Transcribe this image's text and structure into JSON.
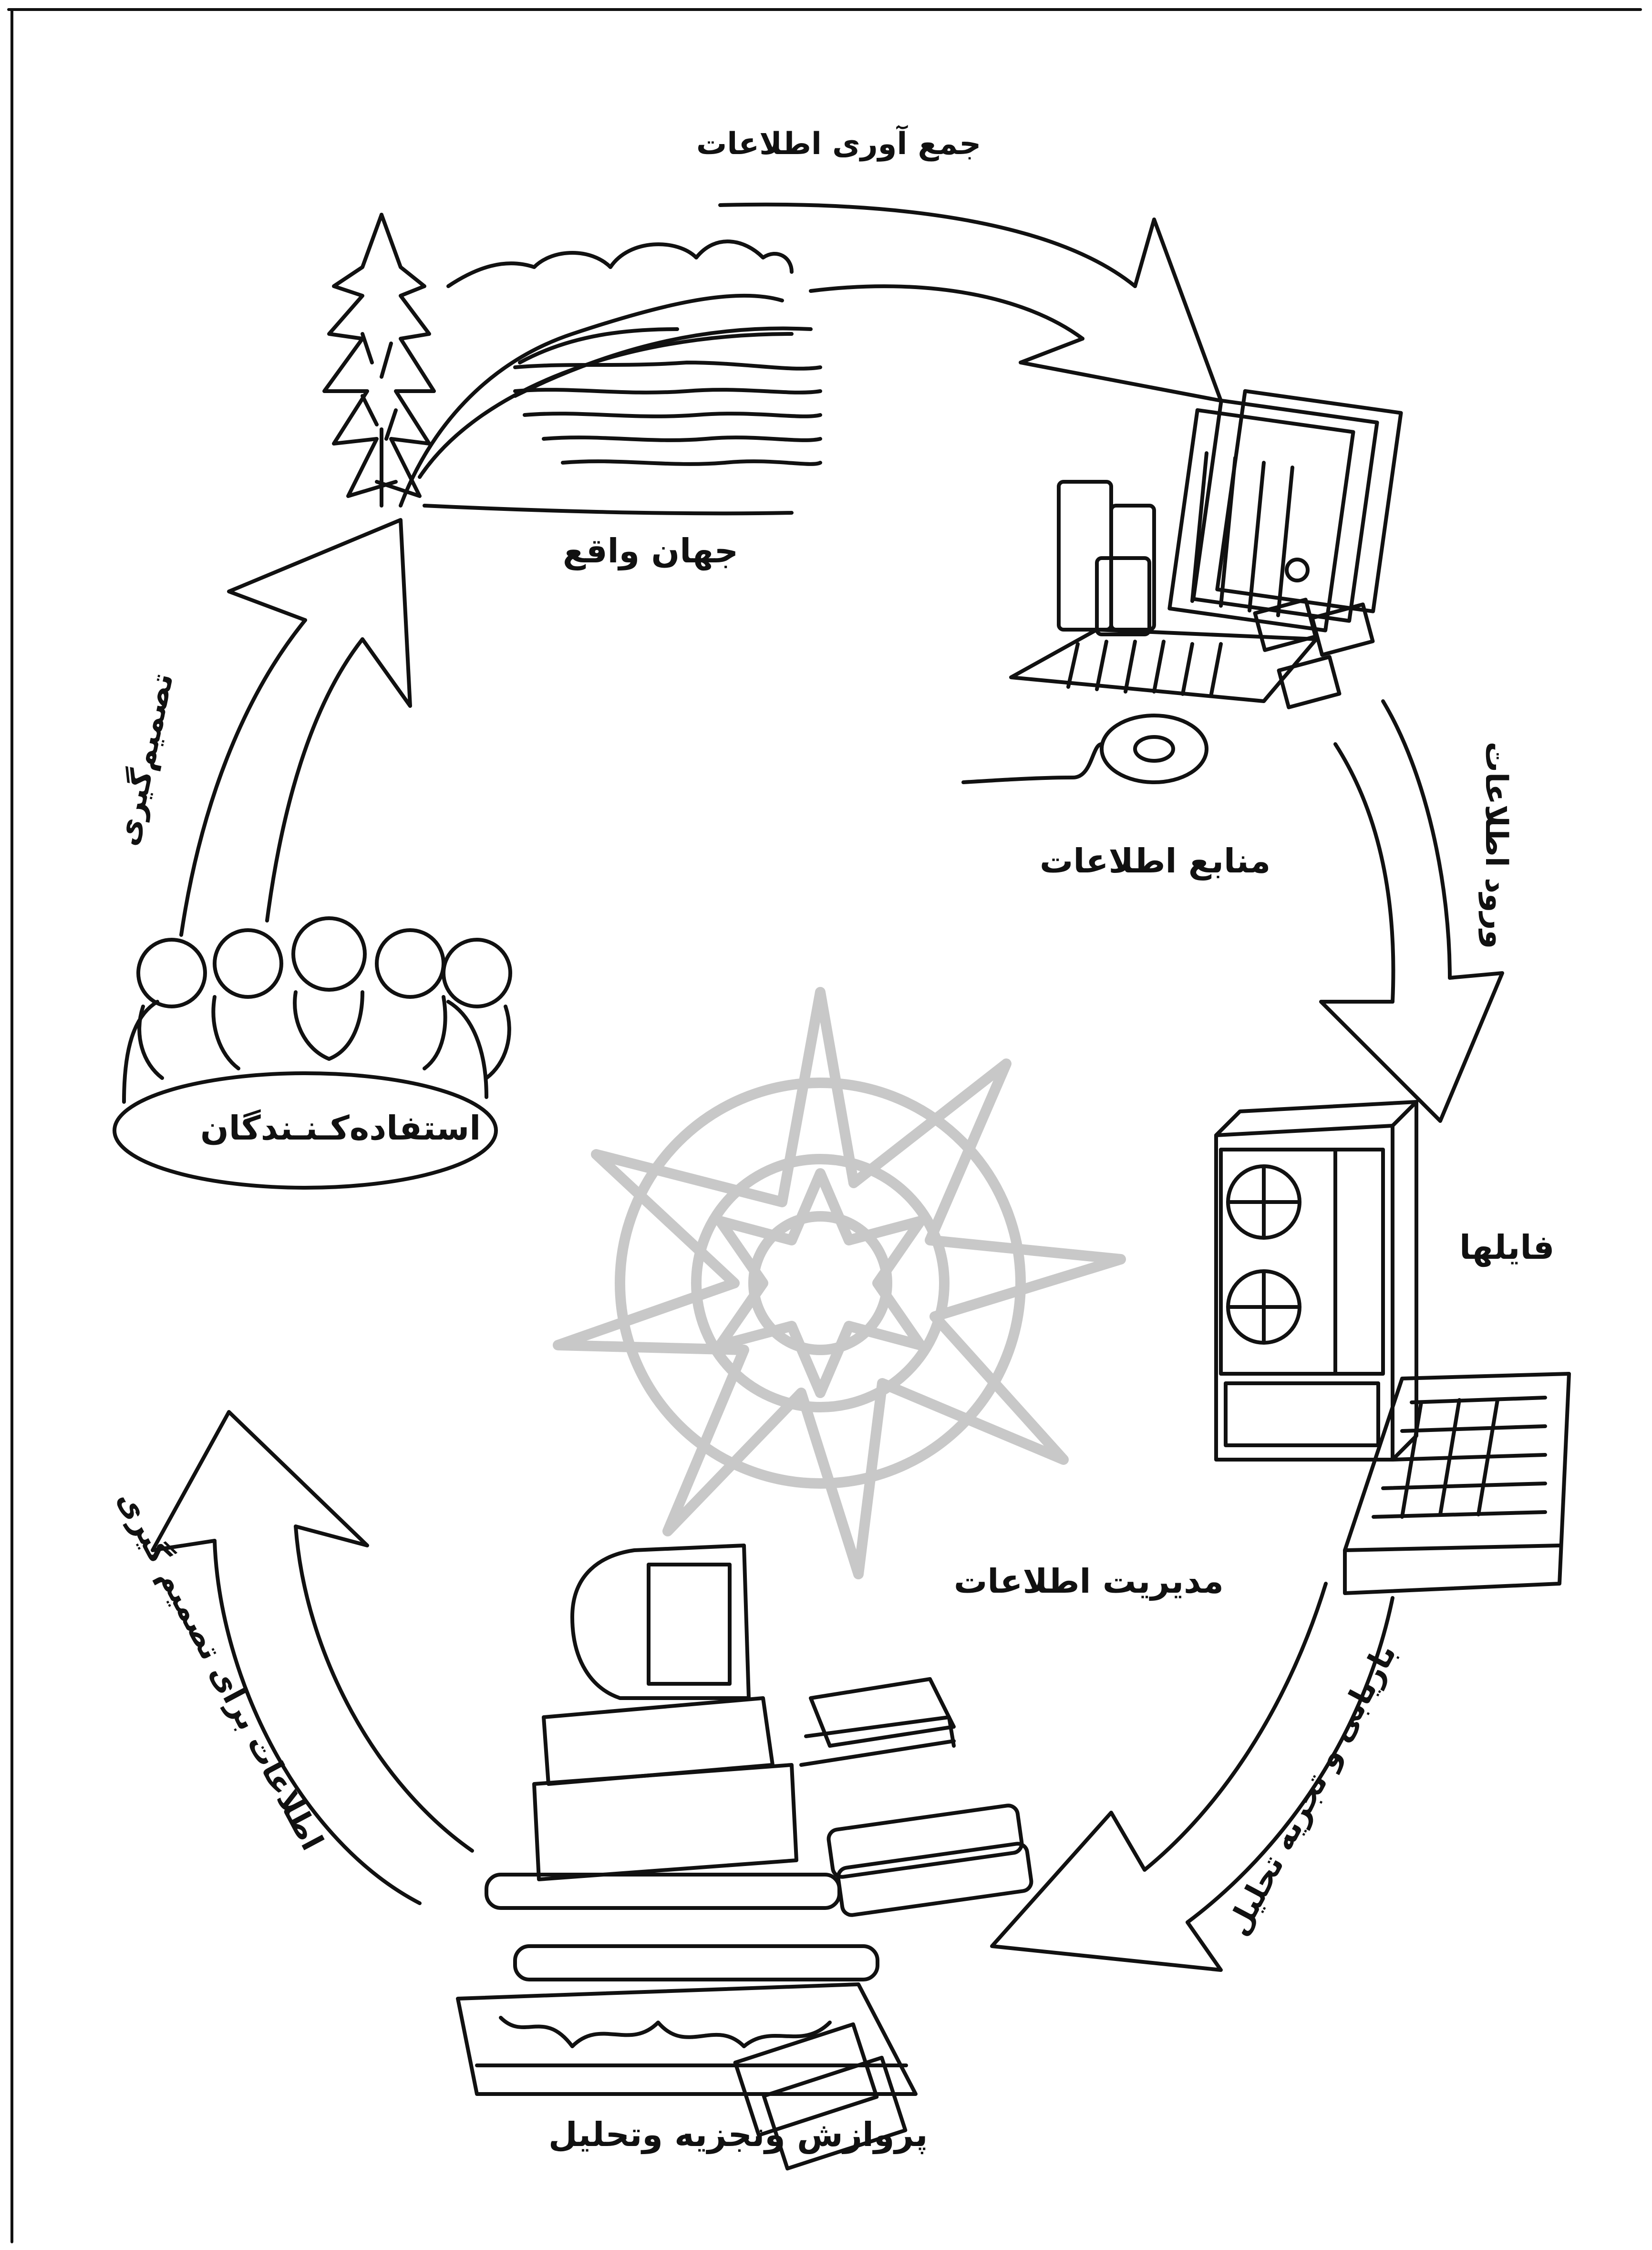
{
  "colors": {
    "ink": "#111111",
    "watermark": "#c8c8c8",
    "background": "#ffffff"
  },
  "nodes": {
    "real_world": "جهان واقع",
    "info_sources": "منابع اطلاعات",
    "files": "فايلها",
    "info_management": "مديريت اطلاعات",
    "processing": "پروازش وتجزيه وتحليل",
    "users": "استفاده‌كـنـندگان"
  },
  "arrows": {
    "data_collection": "جمع آوری اطلاعات",
    "data_entry": "ورود اطلاعات",
    "retrieval_analysis": "بازيابی و تجزيه تحليل",
    "info_for_decision": "اطلاعات برای تصميم گيری",
    "decision_making": "تصميم‌گيری"
  },
  "icons": {
    "landscape": "landscape-illustration",
    "sources": "books-and-documents-illustration",
    "computer_cabinet": "tape-drive-cabinet-illustration",
    "workstation": "computer-workstation-illustration",
    "people": "group-of-people-illustration",
    "watermark": "rosette-watermark"
  }
}
